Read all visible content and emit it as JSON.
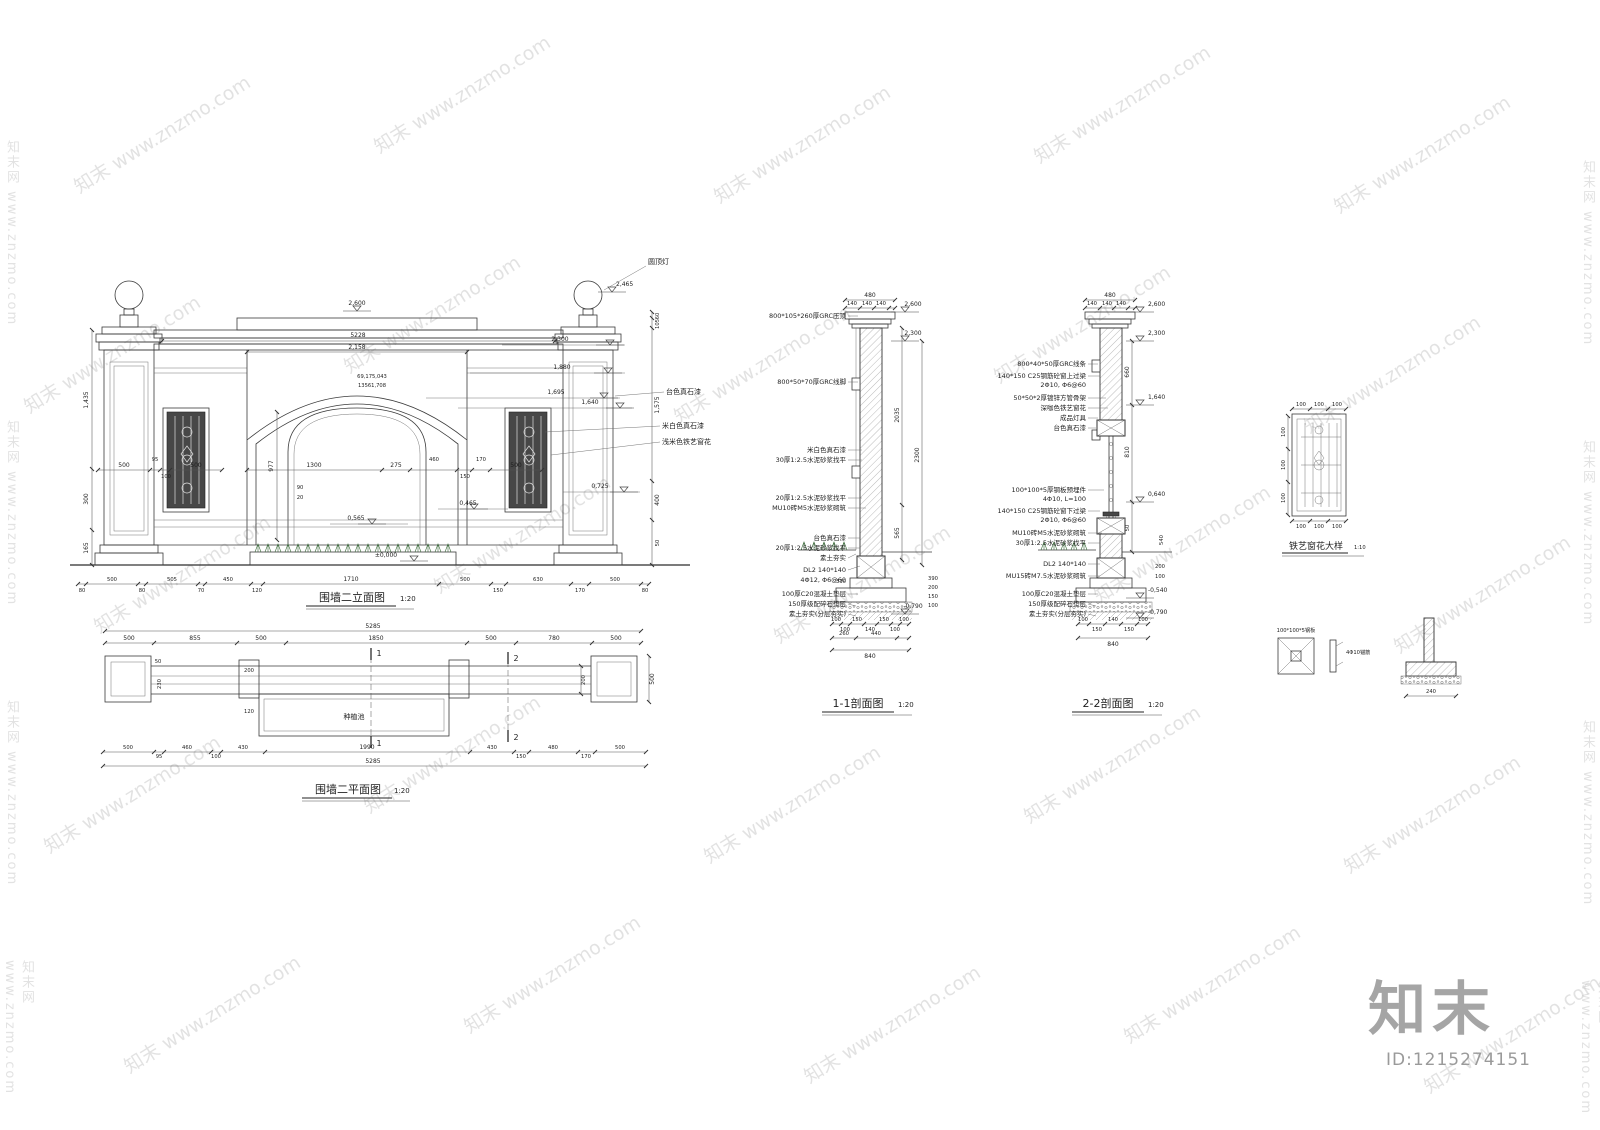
{
  "watermark": {
    "text": "知末 www.znzmo.com",
    "vertical": "知末网 www.znzmo.com"
  },
  "brand": {
    "logo": "知末",
    "id": "ID:1215274151"
  },
  "elev": {
    "title": "围墙二立面图",
    "scale": "1:20",
    "lvl_top": "2,600",
    "w1": "5228",
    "w2": "2,158",
    "arc1": "69,175,043",
    "arc2": "13561,708",
    "lvl_ball": "2,465",
    "lv": {
      "a": "2,300",
      "b": "1,880",
      "c": "1,695",
      "d": "1,640",
      "e": "0,725",
      "f": "0,565",
      "g": "0,465",
      "h": "±0,000"
    },
    "rs": [
      "60",
      "105",
      "1,575",
      "400",
      "50"
    ],
    "ls": [
      "1,435",
      "300",
      "165"
    ],
    "m1": [
      "500",
      "95",
      "100",
      "500"
    ],
    "m2": [
      "1300",
      "275",
      "460",
      "150",
      "170",
      "500"
    ],
    "v977": "977",
    "s90": "90",
    "s20": "20",
    "bc": [
      "80",
      "500",
      "80",
      "505",
      "70",
      "450",
      "120",
      "1710",
      "500",
      "150",
      "630",
      "170",
      "500",
      "80"
    ],
    "lab": {
      "lamp": "圆顶灯",
      "tan": "台色真石漆",
      "white": "米白色真石漆",
      "iron": "浅米色铁艺窗花"
    }
  },
  "plan": {
    "title": "围墙二平面图",
    "scale": "1:20",
    "tt": "5285",
    "bt": "5285",
    "tc": [
      "500",
      "855",
      "500",
      "1850",
      "500",
      "780",
      "500"
    ],
    "bc": [
      "500",
      "95",
      "460",
      "100",
      "430",
      "1990",
      "430",
      "150",
      "480",
      "170",
      "500"
    ],
    "in": {
      "d50": "50",
      "d230": "230",
      "d200": "200",
      "d120": "120"
    },
    "r500": "500",
    "r200": "200",
    "pool": "种植池",
    "mk1": "1",
    "mk2": "2"
  },
  "s1": {
    "title": "1-1剖面图",
    "scale": "1:20",
    "d480": "480",
    "sub": [
      "140",
      "140",
      "140"
    ],
    "l2600": "2,600",
    "l2300": "2,300",
    "lm790": "-0,790",
    "v2035": "2035",
    "v2300": "2300",
    "v565": "565",
    "d330": "330",
    "rsm": [
      "390",
      "200",
      "150",
      "100"
    ],
    "sc7": [
      "100",
      "100",
      "150",
      "140",
      "150",
      "100",
      "100"
    ],
    "d260": "260",
    "d440": "440",
    "d840": "840",
    "notes": [
      "800*105*260厚GRC压顶",
      "800*50*70厚GRC线脚",
      "米白色真石漆",
      "30厚1:2.5水泥砂浆找平",
      "20厚1:2.5水泥砂浆找平",
      "MU10砖M5水泥砂浆砌筑",
      "台色真石漆",
      "20厚1:2.5水泥砂浆找平",
      "素土夯实",
      "DL2 140*140",
      "4Φ12, Φ6@60",
      "100厚C20混凝土垫层",
      "150厚级配碎石垫层",
      "素土夯实(分层夯实)"
    ]
  },
  "s2": {
    "title": "2-2剖面图",
    "scale": "1:20",
    "d480": "480",
    "sub": [
      "140",
      "140",
      "140"
    ],
    "l2600": "2,600",
    "l2300": "2,300",
    "l1640": "1,640",
    "l0640": "0,640",
    "lm540": "-0,540",
    "lm790": "-0,790",
    "v660": "660",
    "v810": "810",
    "d50": "50",
    "d540": "540",
    "d200": "200",
    "d100": "100",
    "sc5": [
      "100",
      "150",
      "140",
      "150",
      "100"
    ],
    "d840": "840",
    "notes": [
      "800*40*50厚GRC线条",
      "140*150 C25钢筋砼窗上过梁",
      "2Φ10, Φ6@60",
      "50*50*2厚镀锌方管骨架",
      "深咖色铁艺窗花",
      "成品灯具",
      "台色真石漆",
      "100*100*5厚钢板预埋件",
      "4Φ10, L=100",
      "140*150 C25钢筋砼窗下过梁",
      "2Φ10, Φ6@60",
      "MU10砖M5水泥砂浆砌筑",
      "30厚1:2.5水泥砂浆找平",
      "DL2 140*140",
      "MU15砖M7.5水泥砂浆砌筑",
      "100厚C20混凝土垫层",
      "150厚级配碎石垫层",
      "素土夯实(分层夯实)"
    ]
  },
  "iron": {
    "title": "铁艺窗花大样",
    "scale": "1:10",
    "d100": "100"
  },
  "det": {
    "plate": "100*100*5钢板",
    "anchor": "4Φ10锚筋",
    "dim": "240"
  }
}
